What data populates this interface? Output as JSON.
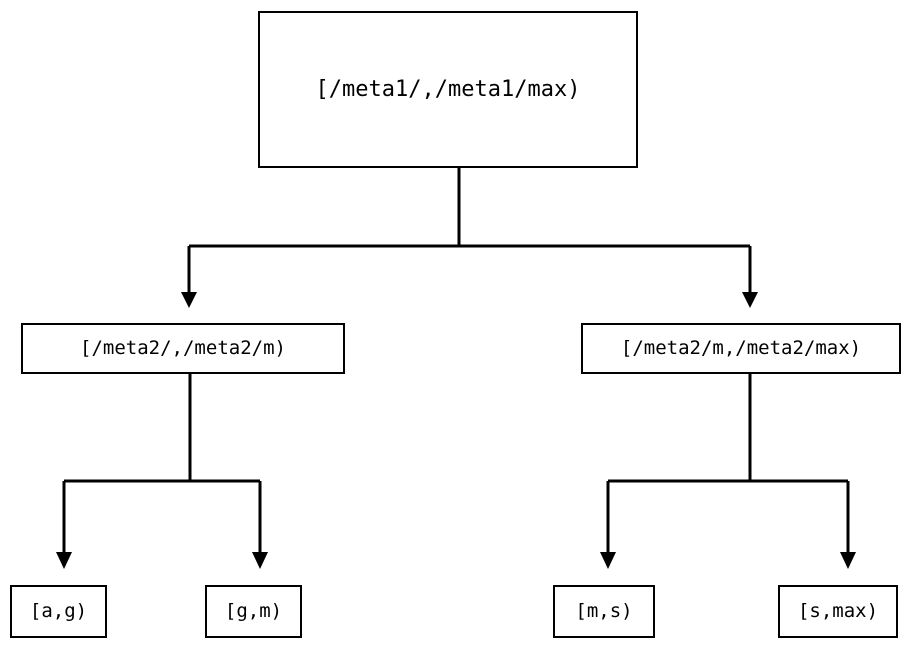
{
  "diagram": {
    "type": "tree",
    "orientation": "top-down",
    "background_color": "#ffffff",
    "stroke_color": "#000000",
    "text_color": "#000000",
    "nodes": {
      "root": {
        "label": "[/meta1/,/meta1/max)",
        "level": 0
      },
      "mid_left": {
        "label": "[/meta2/,/meta2/m)",
        "level": 1
      },
      "mid_right": {
        "label": "[/meta2/m,/meta2/max)",
        "level": 1
      },
      "leaf_ag": {
        "label": "[a,g)",
        "level": 2
      },
      "leaf_gm": {
        "label": "[g,m)",
        "level": 2
      },
      "leaf_ms": {
        "label": "[m,s)",
        "level": 2
      },
      "leaf_smax": {
        "label": "[s,max)",
        "level": 2
      }
    },
    "edges": [
      {
        "from": "root",
        "to": "mid_left",
        "arrow": "triangle-down"
      },
      {
        "from": "root",
        "to": "mid_right",
        "arrow": "triangle-down"
      },
      {
        "from": "mid_left",
        "to": "leaf_ag",
        "arrow": "triangle-down"
      },
      {
        "from": "mid_left",
        "to": "leaf_gm",
        "arrow": "triangle-down"
      },
      {
        "from": "mid_right",
        "to": "leaf_ms",
        "arrow": "triangle-down"
      },
      {
        "from": "mid_right",
        "to": "leaf_smax",
        "arrow": "triangle-down"
      }
    ]
  }
}
